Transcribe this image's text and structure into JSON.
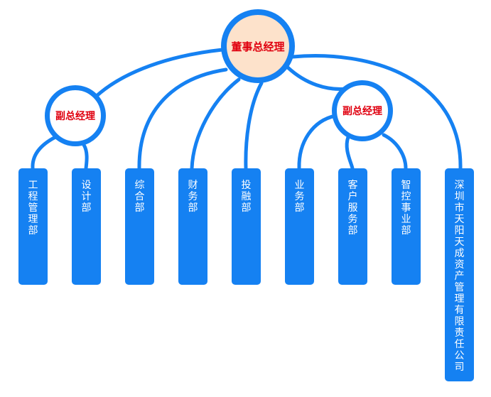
{
  "org_chart": {
    "root": {
      "label": "董事总经理"
    },
    "vice_left": {
      "label": "副总经理"
    },
    "vice_right": {
      "label": "副总经理"
    },
    "departments": [
      {
        "label": "工程管理部"
      },
      {
        "label": "设计部"
      },
      {
        "label": "综合部"
      },
      {
        "label": "财务部"
      },
      {
        "label": "投融部"
      },
      {
        "label": "业务部"
      },
      {
        "label": "客户服务部"
      },
      {
        "label": "智控事业部"
      },
      {
        "label": "深圳市天阳天成资产管理有限责任公司"
      }
    ]
  },
  "colors": {
    "accent": "#1581f2",
    "root_fill": "#fde2cb",
    "node_text": "#e0000f",
    "dept_text": "#ffffff"
  }
}
